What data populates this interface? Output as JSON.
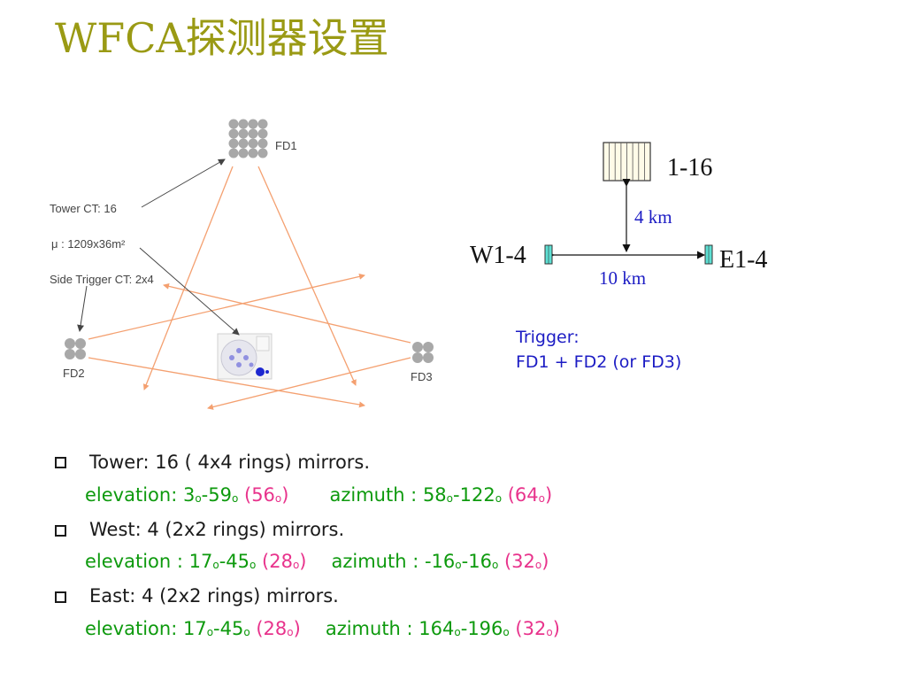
{
  "slide": {
    "title": "WFCA探测器设置"
  },
  "diagram": {
    "fd1_label": "FD1",
    "fd2_label": "FD2",
    "fd3_label": "FD3",
    "tower_ct_label": "Tower  CT: 16",
    "mu_label": "μ  : 1209x36m²",
    "side_trigger_label": "Side Trigger CT: 2x4",
    "layout_tower_label": "1-16",
    "layout_west_label": "W1-4",
    "layout_east_label": "E1-4",
    "distance_vertical": "4 km",
    "distance_horizontal": "10 km",
    "trigger_line1": "Trigger:",
    "trigger_line2": "FD1 + FD2 (or FD3)",
    "colors": {
      "title": "#9a9a14",
      "beam": "#f4a070",
      "dimension": "#1c1cc4",
      "elevation": "#0e9a0e",
      "range": "#e8338c"
    }
  },
  "bullets": [
    {
      "heading": "Tower: 16 ( 4x4 rings) mirrors.",
      "elev_label": "elevation: ",
      "elev_from": "3",
      "elev_from_deg": "o",
      "elev_dash": "-",
      "elev_to": "59",
      "elev_to_deg": "o",
      "elev_range_open": " (56",
      "elev_range_deg": "o",
      "elev_range_close": ")",
      "az_label": "azimuth : ",
      "az_from": "58",
      "az_from_deg": "o",
      "az_dash": "-",
      "az_to": "122",
      "az_to_deg": "o",
      "az_range_open": " (64",
      "az_range_deg": "o",
      "az_range_close": ")"
    },
    {
      "heading": "West: 4 (2x2 rings) mirrors.",
      "elev_label": "elevation : ",
      "elev_from": "17",
      "elev_from_deg": "o",
      "elev_dash": "-",
      "elev_to": "45",
      "elev_to_deg": "o",
      "elev_range_open": " (28",
      "elev_range_deg": "o",
      "elev_range_close": ")",
      "az_label": "azimuth : ",
      "az_from": "-16",
      "az_from_deg": "o",
      "az_dash": "-",
      "az_to": "16",
      "az_to_deg": "o",
      "az_range_open": " (32",
      "az_range_deg": "o",
      "az_range_close": ")"
    },
    {
      "heading": "East: 4 (2x2 rings) mirrors.",
      "elev_label": "elevation:  ",
      "elev_from": "17",
      "elev_from_deg": "o",
      "elev_dash": "-",
      "elev_to": "45",
      "elev_to_deg": "o",
      "elev_range_open": " (28",
      "elev_range_deg": "o",
      "elev_range_close": ")",
      "az_label": "azimuth : ",
      "az_from": "164",
      "az_from_deg": "o",
      "az_dash": "-",
      "az_to": "196",
      "az_to_deg": "o",
      "az_range_open": " (32",
      "az_range_deg": "o",
      "az_range_close": ")"
    }
  ]
}
